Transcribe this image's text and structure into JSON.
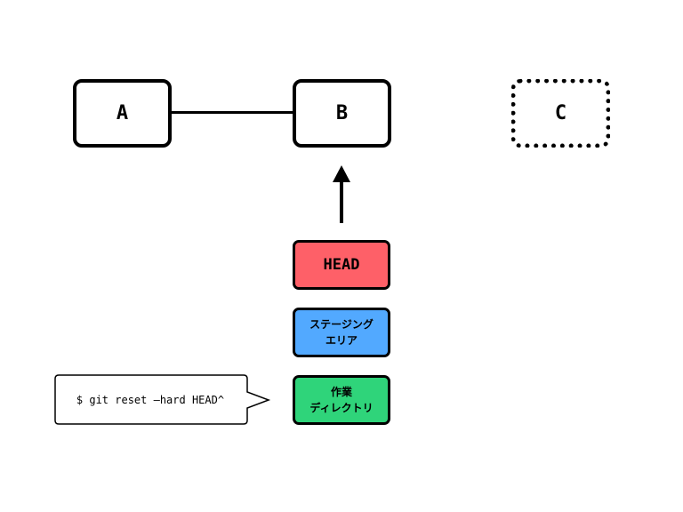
{
  "commits": [
    {
      "label": "A"
    },
    {
      "label": "B"
    },
    {
      "label": "C"
    }
  ],
  "states": {
    "head": {
      "label": "HEAD",
      "color": "#fe6068"
    },
    "staging": {
      "line1": "ステージング",
      "line2": "エリア",
      "color": "#52a9ff"
    },
    "workdir": {
      "line1": "作業",
      "line2": "ディレクトリ",
      "color": "#2fd47a"
    }
  },
  "command": {
    "text": "$ git reset —hard HEAD^"
  }
}
